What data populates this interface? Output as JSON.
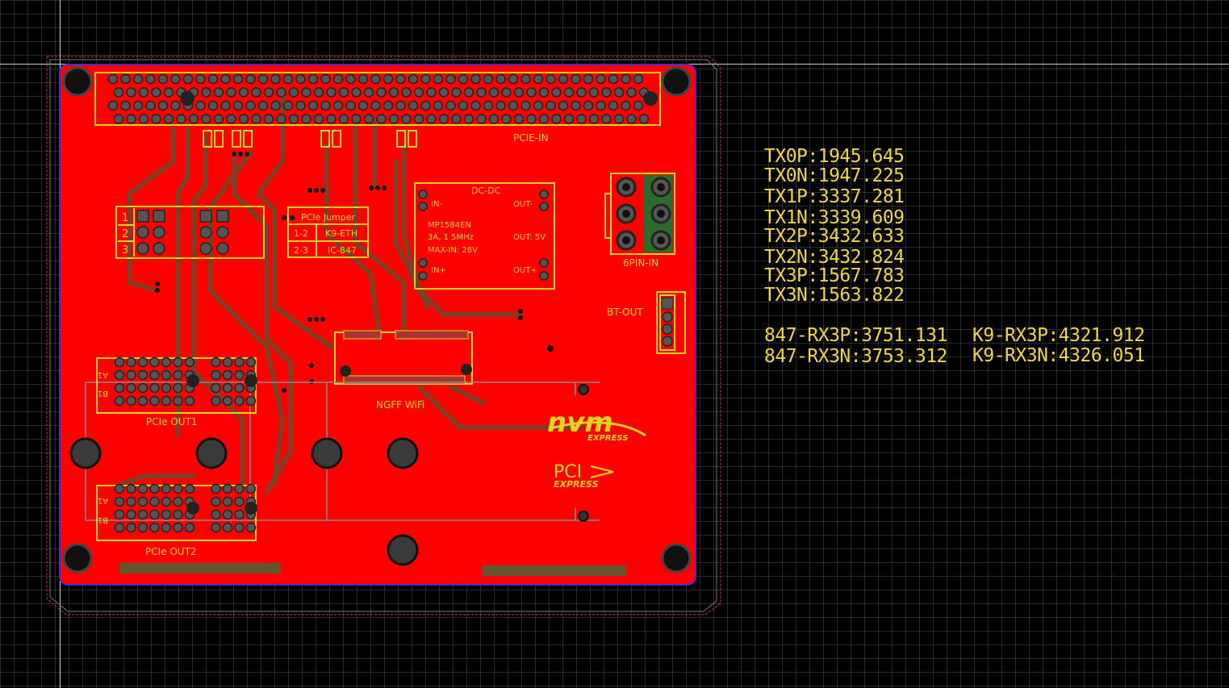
{
  "board": {
    "header_label": "PCIE-IN",
    "jumper_title": "PCIe Jumper",
    "jumper_rows": [
      {
        "pins": "1-2",
        "target": "K9-ETH"
      },
      {
        "pins": "2-3",
        "target": "IC-847"
      }
    ],
    "jumper_numbers": [
      "1",
      "2",
      "3"
    ],
    "dcdc": {
      "title": "DC-DC",
      "in_minus": "IN-",
      "out_minus": "OUT-",
      "part": "MP1584EN",
      "spec": "3A, 1.5MHz",
      "out_voltage": "OUT: 5V",
      "max_in": "MAX-IN: 28V",
      "in_plus": "IN+",
      "out_plus": "OUT+"
    },
    "six_pin_label": "6PIN-IN",
    "bt_out_label": "BT-OUT",
    "ngff_label": "NGFF WiFi",
    "out1_label": "PCIe OUT1",
    "out2_label": "PCIe OUT2",
    "slot_a1": "A1",
    "slot_b1": "B1",
    "nvm_logo": "nvm",
    "nvm_express": "EXPRESS",
    "pci_logo": "PCI",
    "pci_express": "EXPRESS"
  },
  "measurements": {
    "tx": [
      "TX0P:1945.645",
      "TX0N:1947.225",
      "TX1P:3337.281",
      "TX1N:3339.609",
      "TX2P:3432.633",
      "TX2N:3432.824",
      "TX3P:1567.783",
      "TX3N:1563.822"
    ],
    "rx_847": [
      "847-RX3P:3751.131",
      "847-RX3N:3753.312"
    ],
    "rx_k9": [
      "K9-RX3P:4321.912",
      "K9-RX3N:4326.051"
    ]
  },
  "colors": {
    "background": "#000000",
    "board_copper": "#ff0000",
    "silkscreen": "#e7d21a",
    "measurement_text": "#f0d640"
  }
}
